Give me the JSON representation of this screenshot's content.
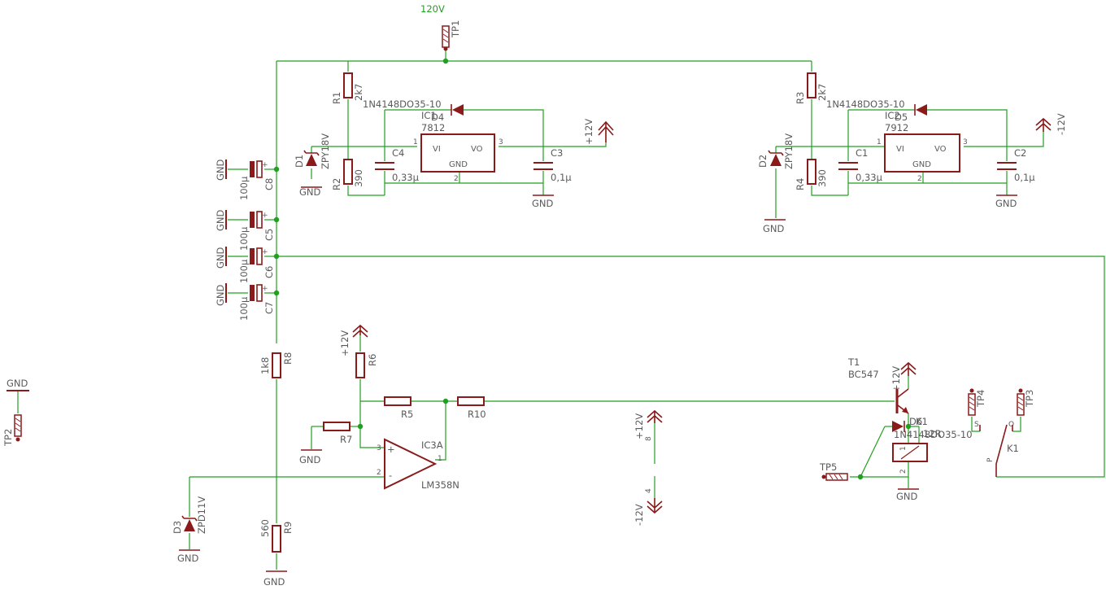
{
  "schematic": {
    "supply_net": "120V",
    "test_points": {
      "tp1": "TP1",
      "tp2": "TP2",
      "tp3": "TP3",
      "tp4": "TP4",
      "tp5": "TP5"
    },
    "resistors": {
      "r1": {
        "name": "R1",
        "value": "2k7"
      },
      "r2": {
        "name": "R2",
        "value": "390"
      },
      "r3": {
        "name": "R3",
        "value": "2k7"
      },
      "r4": {
        "name": "R4",
        "value": "390"
      },
      "r5": {
        "name": "R5"
      },
      "r6": {
        "name": "R6"
      },
      "r7": {
        "name": "R7"
      },
      "r8": {
        "name": "R8",
        "value": "1k8"
      },
      "r9": {
        "name": "R9",
        "value": "560"
      },
      "r10": {
        "name": "R10"
      }
    },
    "capacitors": {
      "c1": {
        "name": "C1",
        "value": "0,33µ"
      },
      "c2": {
        "name": "C2",
        "value": "0,1µ"
      },
      "c3": {
        "name": "C3",
        "value": "0,1µ"
      },
      "c4": {
        "name": "C4",
        "value": "0,33µ"
      },
      "c5": {
        "name": "C5",
        "value": "100µ"
      },
      "c6": {
        "name": "C6",
        "value": "100µ"
      },
      "c7": {
        "name": "C7",
        "value": "100µ"
      },
      "c8": {
        "name": "C8",
        "value": "100µ"
      }
    },
    "zeners": {
      "d1": {
        "name": "D1",
        "value": "ZPY18V"
      },
      "d2": {
        "name": "D2",
        "value": "ZPY18V"
      },
      "d3": {
        "name": "D3",
        "value": "ZPD11V"
      }
    },
    "diodes": {
      "d4": {
        "name": "D4",
        "value": "1N4148DO35-10"
      },
      "d5": {
        "name": "D5",
        "value": "1N4148DO35-10"
      },
      "d6": {
        "name": "D6",
        "value": "1N4148DO35-10"
      }
    },
    "regulators": {
      "ic1": {
        "name": "IC1",
        "value": "7812",
        "vi": "VI",
        "vo": "VO",
        "gnd": "GND",
        "pin_in": "1",
        "pin_out": "3",
        "pin_gnd": "2"
      },
      "ic2": {
        "name": "IC2",
        "value": "7912",
        "vi": "VI",
        "vo": "VO",
        "gnd": "GND",
        "pin_in": "1",
        "pin_out": "3",
        "pin_gnd": "2"
      }
    },
    "opamp": {
      "name": "IC3A",
      "value": "LM358N",
      "pin_plus": "3",
      "pin_minus": "2",
      "pin_out": "1",
      "plus": "+",
      "minus": "-"
    },
    "transistor": {
      "name": "T1",
      "value": "BC547"
    },
    "relay": {
      "coil": "K1",
      "contact": "K1",
      "coil_value": "12R",
      "pin_top": "1",
      "pin_bottom": "2",
      "pin_s": "S",
      "pin_o": "O",
      "pin_p": "P"
    },
    "power_pins": {
      "pin8": "8",
      "pin4": "4"
    },
    "supply_labels": {
      "plus12": "+12V",
      "minus12": "-12V",
      "gnd": "GND"
    }
  }
}
